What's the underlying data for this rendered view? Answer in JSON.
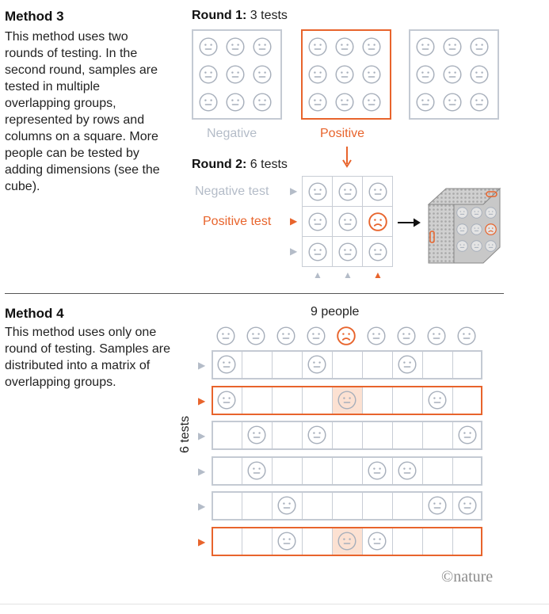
{
  "method3": {
    "title": "Method 3",
    "description": "This method uses two rounds of testing. In the second round, samples are tested in multiple overlapping groups, represented by rows and columns on a square. More people can be tested by adding dimensions (see the cube).",
    "round1": {
      "label_bold": "Round 1:",
      "label_rest": " 3 tests",
      "negative_label": "Negative",
      "positive_label": "Positive"
    },
    "round2": {
      "label_bold": "Round 2:",
      "label_rest": " 6 tests",
      "negative_test_label": "Negative test",
      "positive_test_label": "Positive test",
      "positive_cell": [
        1,
        2
      ]
    }
  },
  "method4": {
    "title": "Method 4",
    "description": "This method uses only one round of testing. Samples are distributed into a matrix of overlapping groups.",
    "people_label": "9 people",
    "tests_label": "6 tests",
    "sick_person_index": 4,
    "rows": [
      {
        "positive": false,
        "members": [
          0,
          3,
          6
        ]
      },
      {
        "positive": true,
        "members": [
          0,
          4,
          7
        ]
      },
      {
        "positive": false,
        "members": [
          1,
          3,
          8
        ]
      },
      {
        "positive": false,
        "members": [
          1,
          5,
          6
        ]
      },
      {
        "positive": false,
        "members": [
          2,
          7,
          8
        ]
      },
      {
        "positive": true,
        "members": [
          2,
          4,
          5
        ]
      }
    ]
  },
  "credit": "©nature",
  "colors": {
    "positive": "#e8642c",
    "neutral": "#b4bcc8",
    "border": "#c4cad3",
    "highlight": "#fce1d2"
  }
}
